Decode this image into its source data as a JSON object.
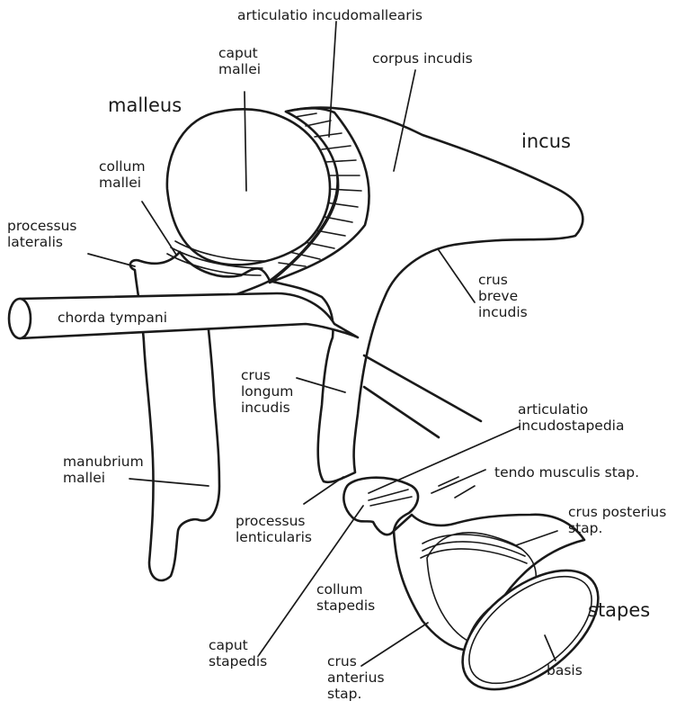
{
  "bones": {
    "malleus": "malleus",
    "incus": "incus",
    "stapes": "stapes"
  },
  "labels": {
    "articulatio_incudomallearis": "articulatio incudomallearis",
    "caput_mallei": [
      "caput",
      "mallei"
    ],
    "corpus_incudis": "corpus incudis",
    "collum_mallei": [
      "collum",
      "mallei"
    ],
    "processus_lateralis": [
      "processus",
      "lateralis"
    ],
    "crus_breve_incudis": [
      "crus",
      "breve",
      "incudis"
    ],
    "chorda_tympani": "chorda tympani",
    "crus_longum_incudis": [
      "crus",
      "longum",
      "incudis"
    ],
    "articulatio_incudostapedia": [
      "articulatio",
      "incudostapedia"
    ],
    "tendo_musculis_stap": "tendo musculis stap.",
    "manubrium_mallei": [
      "manubrium",
      "mallei"
    ],
    "crus_posterius_stap": [
      "crus posterius",
      "stap."
    ],
    "processus_lenticularis": [
      "processus",
      "lenticularis"
    ],
    "collum_stapedis": [
      "collum",
      "stapedis"
    ],
    "caput_stapedis": [
      "caput",
      "stapedis"
    ],
    "basis": "basis",
    "crus_anterius_stap": [
      "crus",
      "anterius",
      "stap."
    ]
  }
}
